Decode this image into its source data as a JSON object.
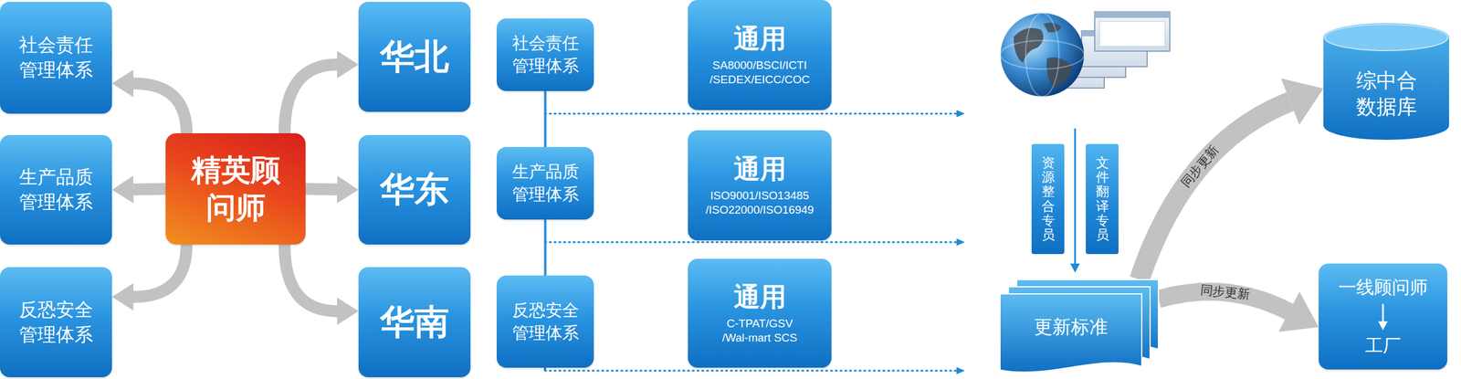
{
  "diagram": {
    "nodes": [
      {
        "text": [
          "社会责任管理体系"
        ]
      },
      {
        "text": [
          "生产品质管理体系"
        ]
      },
      {
        "text": [
          "反恐安全管理体系"
        ]
      },
      {
        "text": [
          "精英顾问师"
        ]
      },
      {
        "text": [
          "华北"
        ]
      },
      {
        "text": [
          "华东"
        ]
      },
      {
        "text": [
          "华南"
        ]
      },
      {
        "text": [
          "社会责任管理体系"
        ]
      },
      {
        "text": [
          "通用",
          "SA8000/BSCI/ICTI /SEDEX/EICC/COC"
        ]
      },
      {
        "text": [
          "生产品质管理体系"
        ]
      },
      {
        "text": [
          "通用",
          "ISO9001/ISO13485 /ISO22000/ISO16949"
        ]
      },
      {
        "text": [
          "反恐安全管理体系"
        ]
      },
      {
        "text": [
          "通用",
          "C-TPAT/GSV /Wal-mart SCS"
        ]
      },
      {
        "text": [
          "资源整合专员"
        ]
      },
      {
        "text": [
          "文件翻译专员"
        ]
      },
      {
        "text": [
          "更新标准"
        ]
      },
      {
        "text": [
          "综中合数据库"
        ]
      },
      {
        "text": [
          "一线顾问师",
          "工厂"
        ]
      }
    ],
    "edges": [
      {
        "from": 3,
        "to": 0,
        "arrow": "to"
      },
      {
        "from": 3,
        "to": 1,
        "arrow": "to"
      },
      {
        "from": 3,
        "to": 2,
        "arrow": "to"
      },
      {
        "from": 3,
        "to": 4,
        "arrow": "to"
      },
      {
        "from": 3,
        "to": 5,
        "arrow": "to"
      },
      {
        "from": 3,
        "to": 6,
        "arrow": "to"
      },
      {
        "from": 7,
        "to": 9,
        "arrow": "none"
      },
      {
        "from": 9,
        "to": 11,
        "arrow": "none"
      },
      {
        "from": 15,
        "to": 16,
        "label": "同步更新",
        "arrow": "to"
      },
      {
        "from": 15,
        "to": 17,
        "label": "同步更新",
        "arrow": "to"
      }
    ]
  }
}
